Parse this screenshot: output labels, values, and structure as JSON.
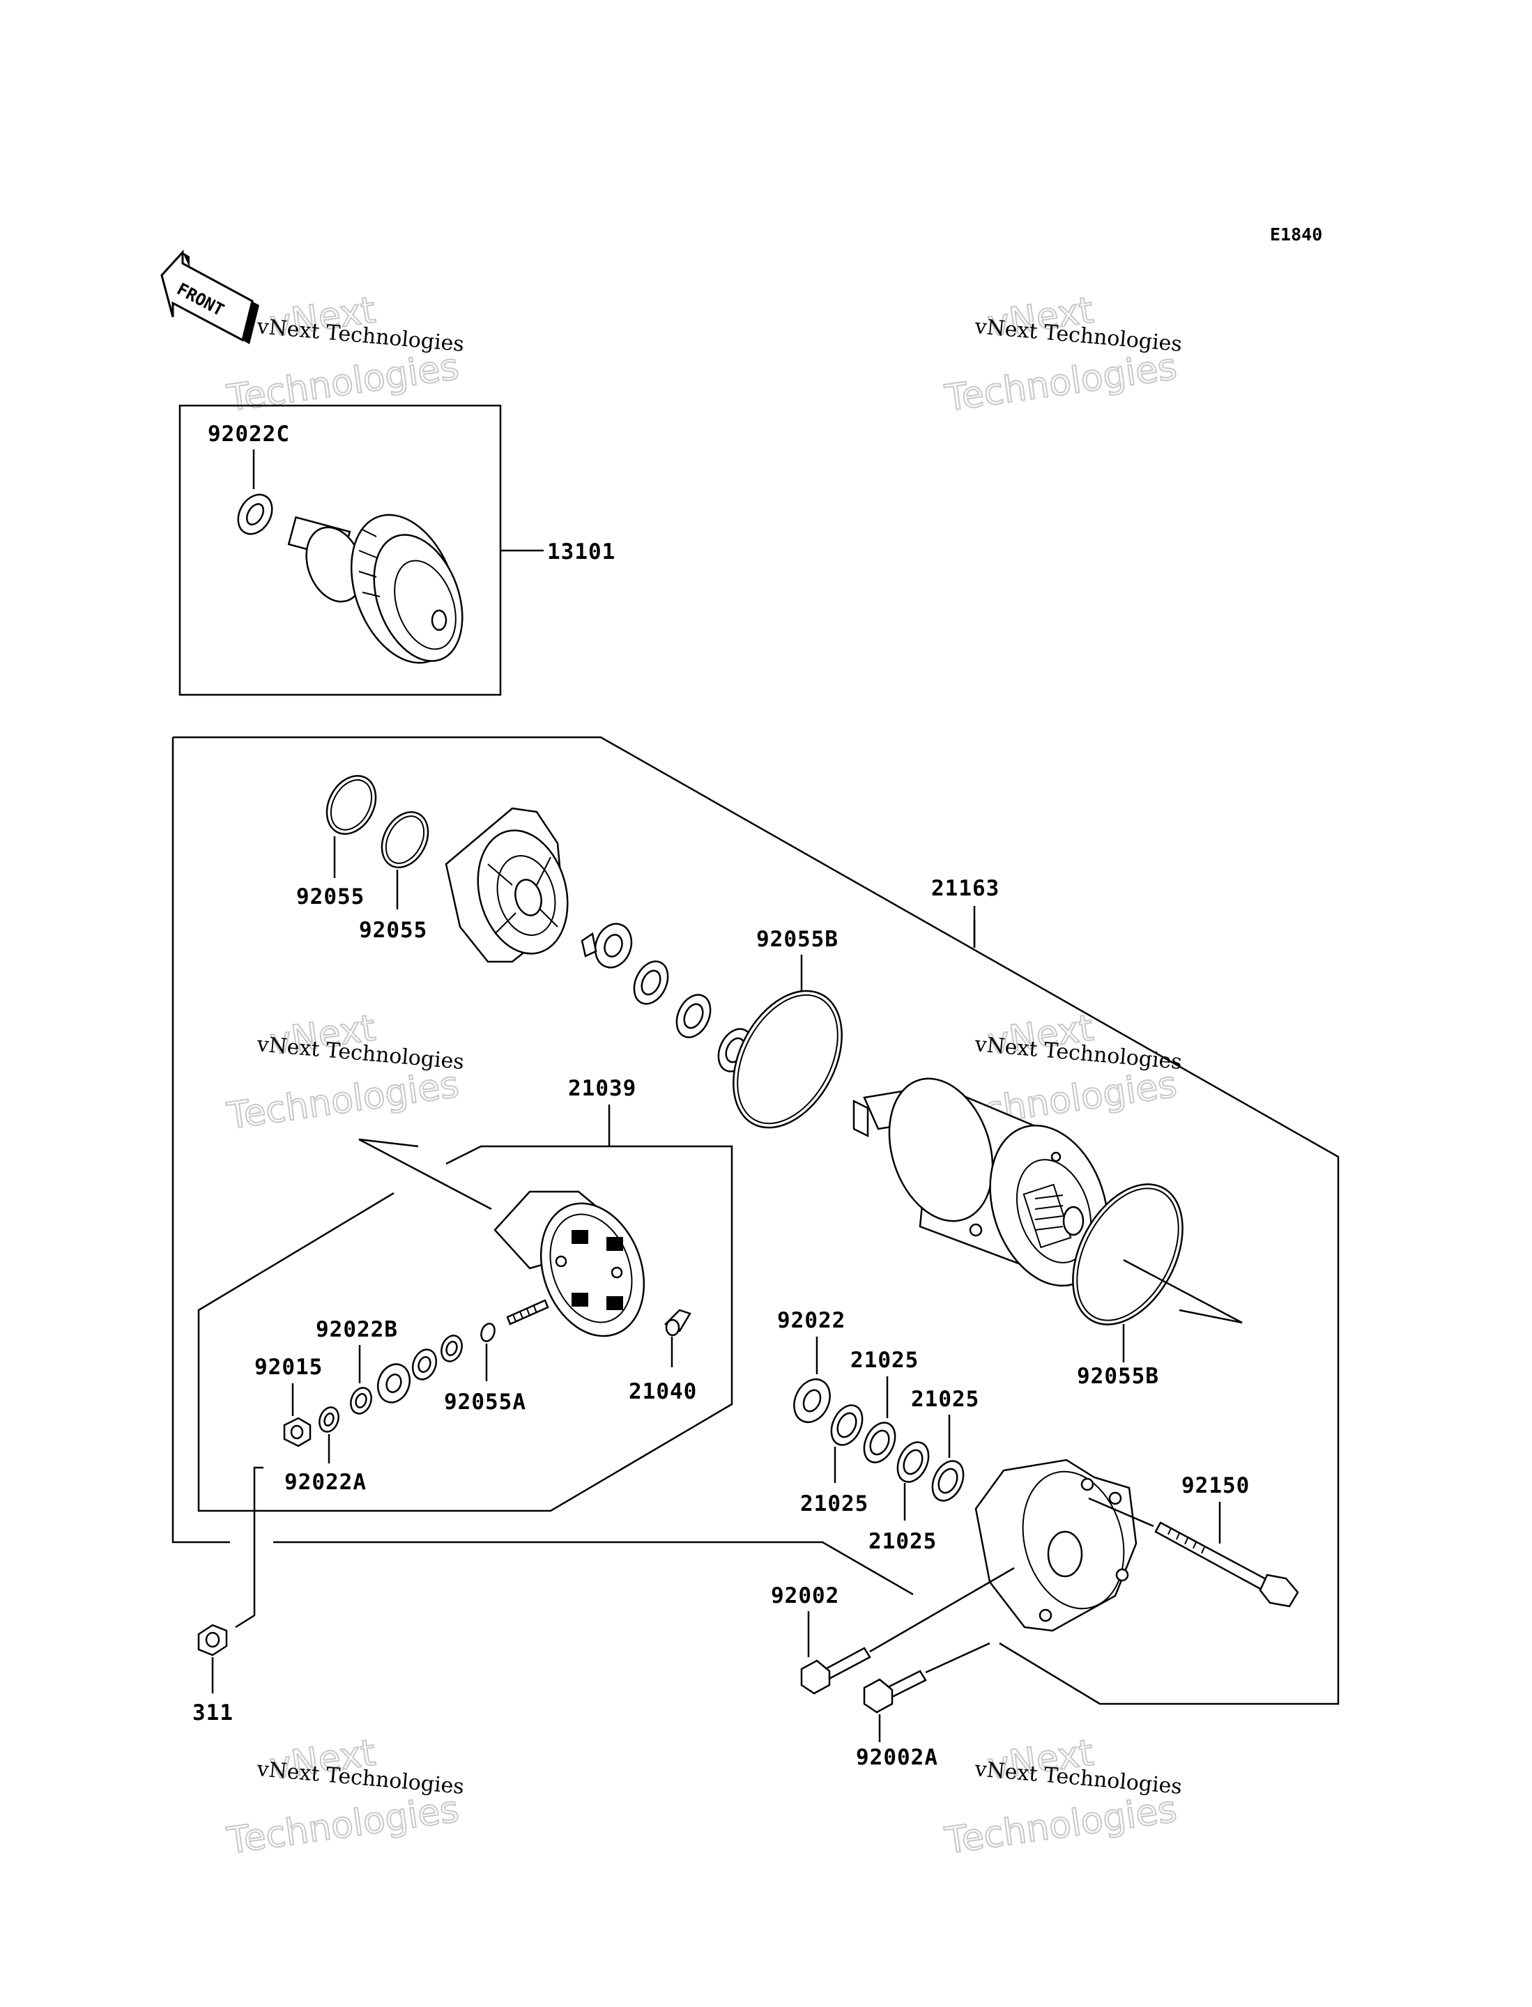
{
  "diagram_code": "E1840",
  "front_label": "FRONT",
  "watermark": {
    "line1": "vNext Technologies",
    "big1": "vNext",
    "big2": "Technologies"
  },
  "parts": {
    "p13101": "13101",
    "p92022C": "92022C",
    "p92055_a": "92055",
    "p92055_b": "92055",
    "p21163": "21163",
    "p92055B_top": "92055B",
    "p92055B_bottom": "92055B",
    "p21039": "21039",
    "p92022B": "92022B",
    "p92015": "92015",
    "p92055A": "92055A",
    "p21040": "21040",
    "p92022A": "92022A",
    "p92022": "92022",
    "p21025_a": "21025",
    "p21025_b": "21025",
    "p21025_c": "21025",
    "p21025_d": "21025",
    "p92150": "92150",
    "p92002": "92002",
    "p92002A": "92002A",
    "p311": "311"
  }
}
